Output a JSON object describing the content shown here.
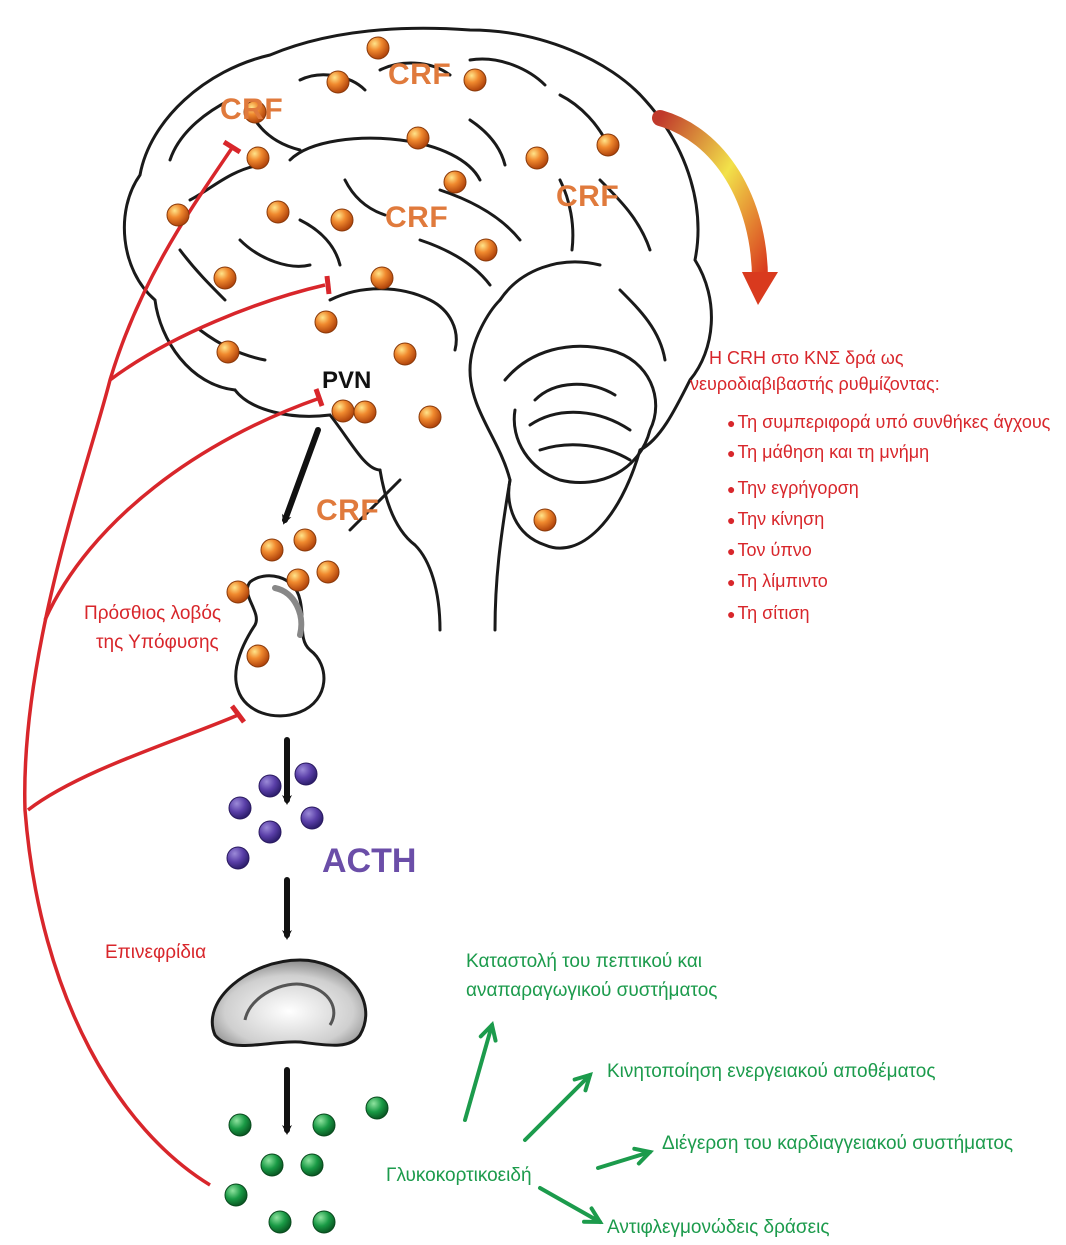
{
  "labels": {
    "crf": "CRF",
    "pvn": "PVN",
    "acth": "ACTH",
    "pituitary_line1": "Πρόσθιος λοβός",
    "pituitary_line2": "της Υπόφυσης",
    "adrenal": "Επινεφρίδια",
    "glucocorticoids": "Γλυκοκορτικοειδή"
  },
  "crh_box": {
    "title_line1": "Η CRH στο ΚΝΣ δρά ως",
    "title_line2": "νευροδιαβιβαστής ρυθμίζοντας:",
    "items": [
      "Τη συμπεριφορά υπό συνθήκες άγχους",
      "Τη μάθηση και τη μνήμη",
      "Την εγρήγορση",
      "Την κίνηση",
      "Τον ύπνο",
      "Τη λίμπιντο",
      "Τη σίτιση"
    ]
  },
  "effects": {
    "effect_1_line1": "Καταστολή του πεπτικού και",
    "effect_1_line2": "αναπαραγωγικού συστήματος",
    "effect_2": "Κινητοποίηση ενεργειακού αποθέματος",
    "effect_3": "Διέγερση του καρδιαγγειακού συστήματος",
    "effect_4": "Αντιφλεγμονώδεις δράσεις"
  },
  "colors": {
    "crf_orange": "#e07a3c",
    "feedback_red": "#d8262b",
    "acth_purple": "#6b4ea8",
    "glucocorticoid_green": "#1c9b4c"
  }
}
